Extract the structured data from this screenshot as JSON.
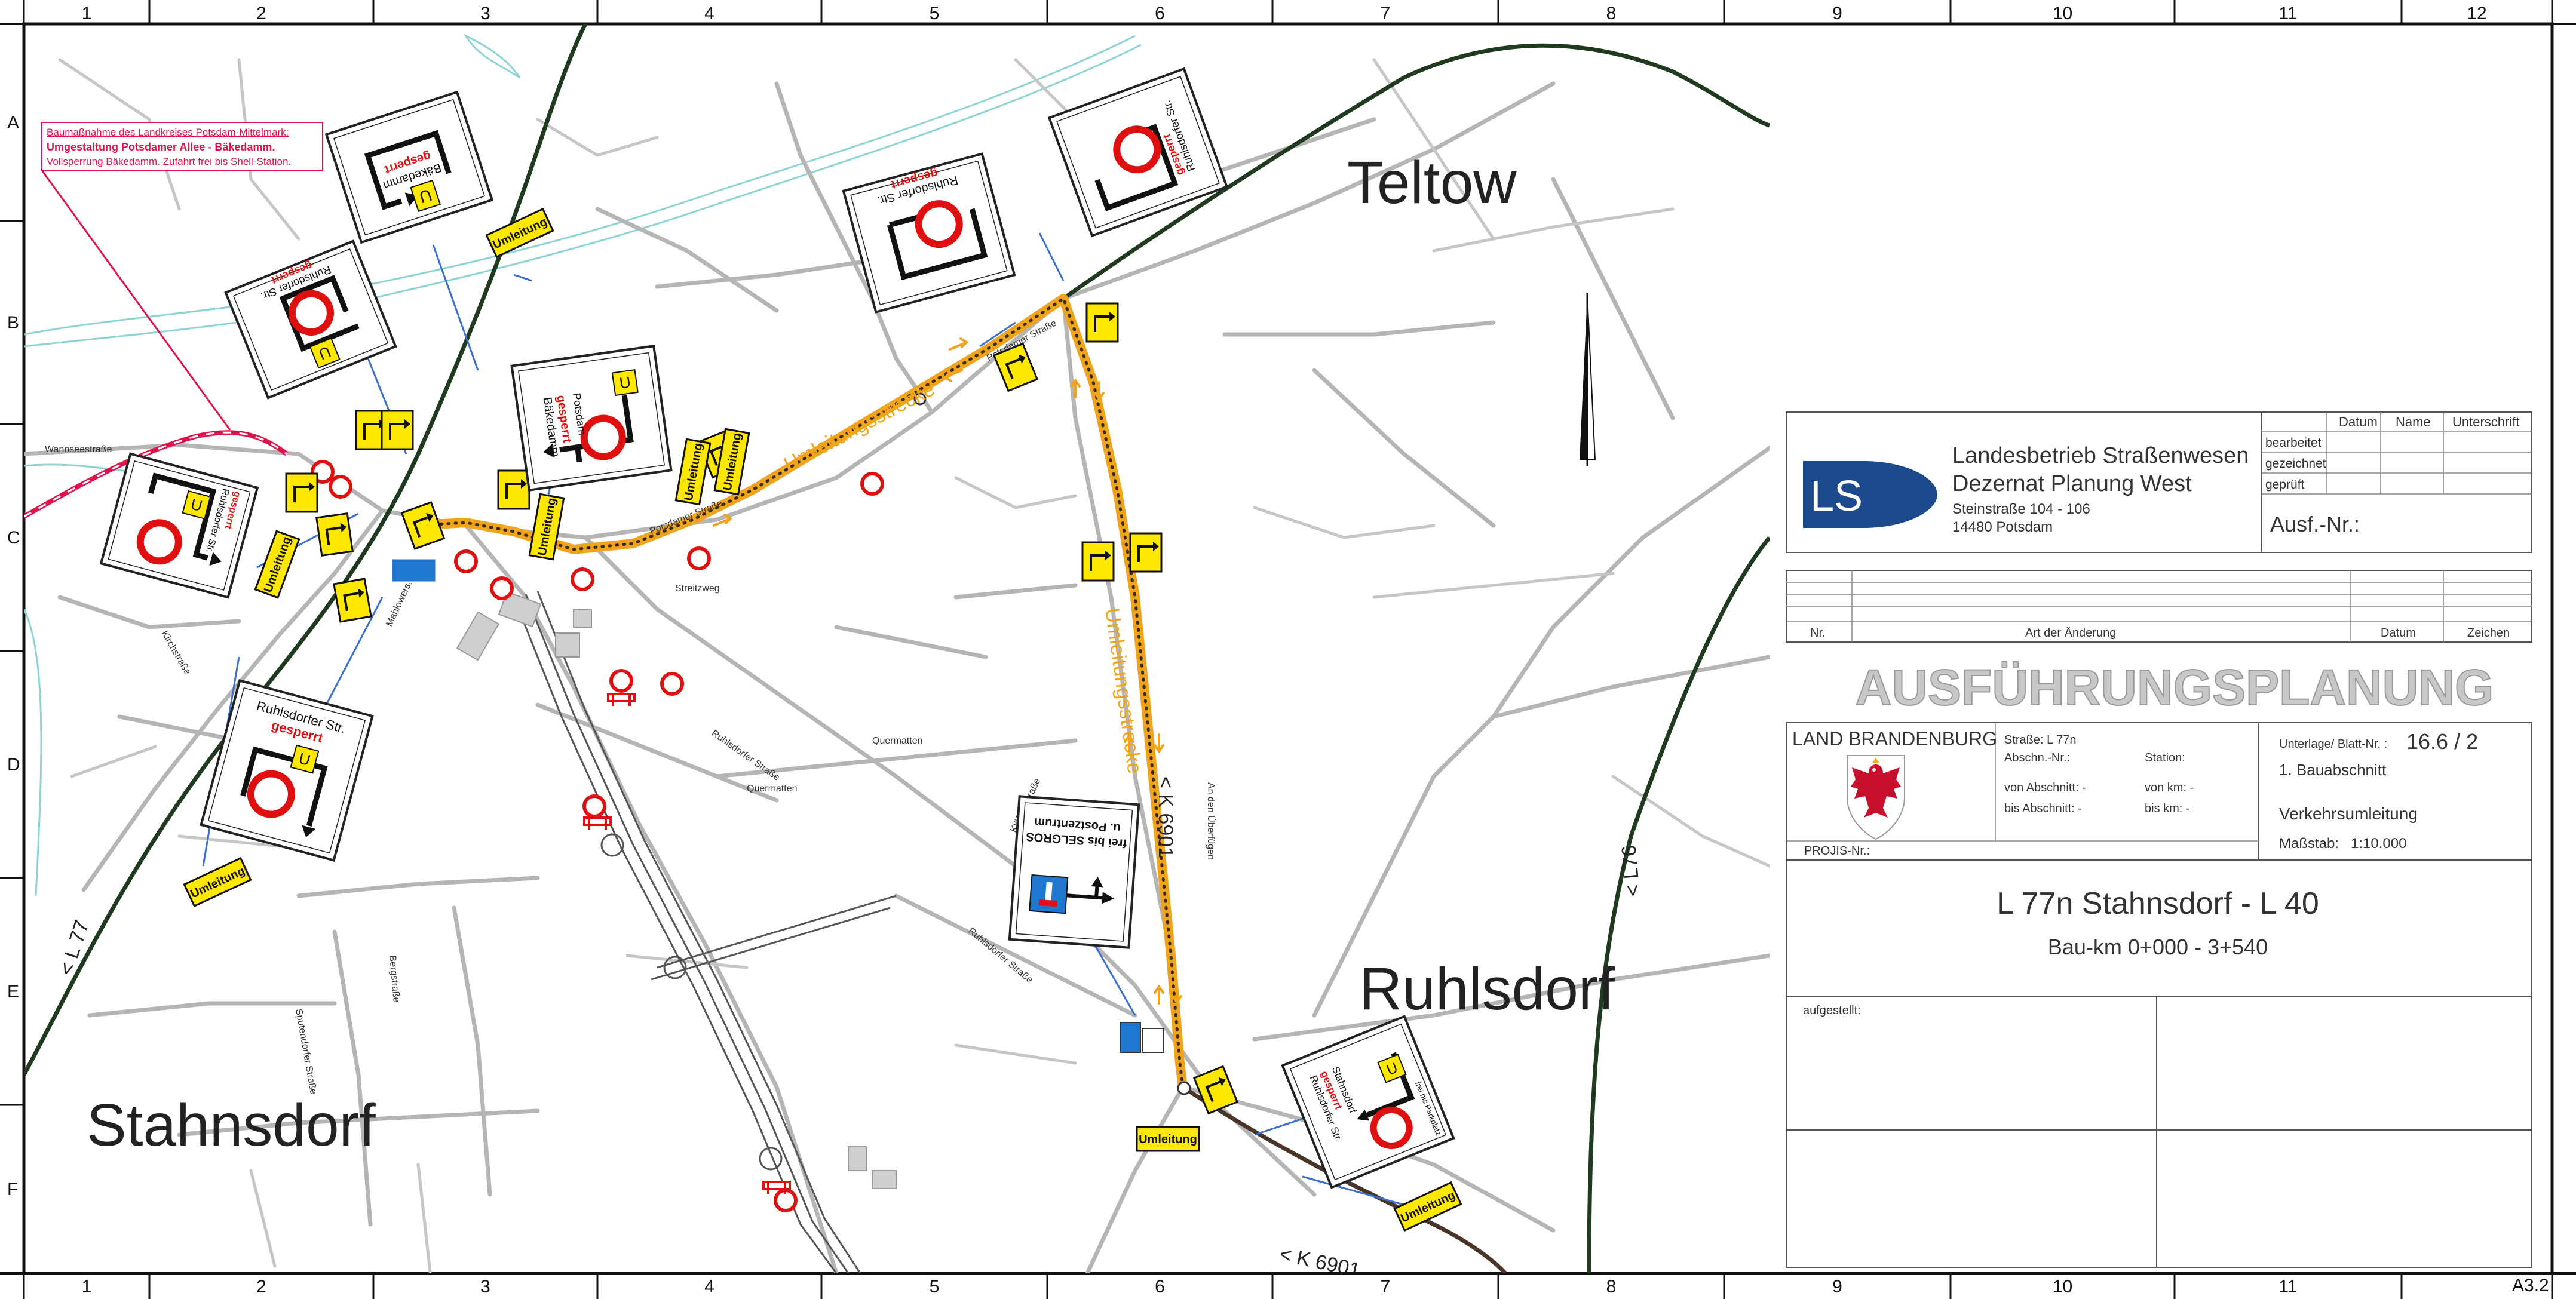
{
  "frame": {
    "columns": [
      "1",
      "2",
      "3",
      "4",
      "5",
      "6",
      "7",
      "8",
      "9",
      "10",
      "11",
      "12"
    ],
    "rows": [
      "A",
      "B",
      "C",
      "D",
      "E",
      "F"
    ],
    "sheet_code": "A3.2"
  },
  "towns": {
    "teltow": "Teltow",
    "ruhlsdorf": "Ruhlsdorf",
    "stahnsdorf": "Stahnsdorf"
  },
  "note": {
    "line1": "Baumaßnahme des Landkreises Potsdam-Mittelmark:",
    "line2": "Umgestaltung Potsdamer Allee - Bäkedamm.",
    "line3": "Vollsperrung Bäkedamm. Zufahrt frei bis Shell-Station."
  },
  "route": {
    "label": "Umleitungsstrecke",
    "color": "#f0a41c"
  },
  "road_refs": {
    "k6901": "< K 6901",
    "l77": "< L 77",
    "l76": "< L76"
  },
  "streets": {
    "wannseestrasse": "Wannseestraße",
    "potsdamer_strasse": "Potsdamer Straße",
    "ruhlsdorfer_strasse": "Ruhlsdorfer Straße",
    "streuweg": "Streitzweg",
    "an_den_ueberfuegen": "An den Überfügen",
    "kirchstrasse": "Kirchstraße",
    "sputendorfer_strasse": "Sputendorfer Straße",
    "bergstrasse": "Bergstraße",
    "mahlowerstrasse": "Mahlowerstraße",
    "quermatten": "Quermatten",
    "klaffer_strasse": "Kläffer Straße"
  },
  "signs": {
    "umleitung": "Umleitung",
    "u": "U",
    "gesperrt": "gesperrt",
    "baekedamm": "Bäkedamm",
    "potsdam": "Potsdam",
    "ruhlsdorfer_str": "Ruhlsdorfer Str.",
    "stahnsdorf": "Stahnsdorf",
    "frei_bis_line1": "frei bis SELGROS",
    "frei_bis_line2": "u. Postzentrum",
    "frei_bis_parkplatz": "frei bis Parkplatz"
  },
  "title_block": {
    "org_line1": "Landesbetrieb Straßenwesen",
    "org_line2": "Dezernat Planung West",
    "address1": "Steinstraße 104 - 106",
    "address2": "14480 Potsdam",
    "logo_text": "LS",
    "col_datum": "Datum",
    "col_name": "Name",
    "col_unterschrift": "Unterschrift",
    "row_bearbeitet": "bearbeitet",
    "row_gezeichnet": "gezeichnet",
    "row_geprueft": "geprüft",
    "ausf_nr": "Ausf.-Nr.:",
    "rev_nr": "Nr.",
    "rev_art": "Art der Änderung",
    "rev_datum": "Datum",
    "rev_zeichen": "Zeichen",
    "big_title": "AUSFÜHRUNGSPLANUNG",
    "land": "LAND BRANDENBURG",
    "strasse": "Straße: L 77n",
    "abschn": "Abschn.-Nr.:",
    "station": "Station:",
    "von_abschnitt": "von Abschnitt: -",
    "bis_abschnitt": "bis Abschnitt: -",
    "von_km": "von km: -",
    "bis_km": "bis km: -",
    "unterlage": "Unterlage/ Blatt-Nr. :",
    "unterlage_value": "16.6 / 2",
    "bauabschnitt": "1. Bauabschnitt",
    "subject": "Verkehrsumleitung",
    "massstab": "Maßstab:",
    "massstab_value": "1:10.000",
    "projis": "PROJIS-Nr.:",
    "project_title": "L 77n Stahnsdorf - L 40",
    "project_sub": "Bau-km 0+000 - 3+540",
    "aufgestellt": "aufgestellt:"
  },
  "colors": {
    "frame": "#111111",
    "road": "#b5b5b5",
    "water": "#8fd4d4",
    "rail": "#e0144c",
    "boundary": "#1f3a1f",
    "detour": "#f0a41c",
    "sign_yellow": "#ffe800",
    "sign_red": "#e01010",
    "logo_blue": "#1c4a8c",
    "title_grey": "#c8c8c8"
  }
}
